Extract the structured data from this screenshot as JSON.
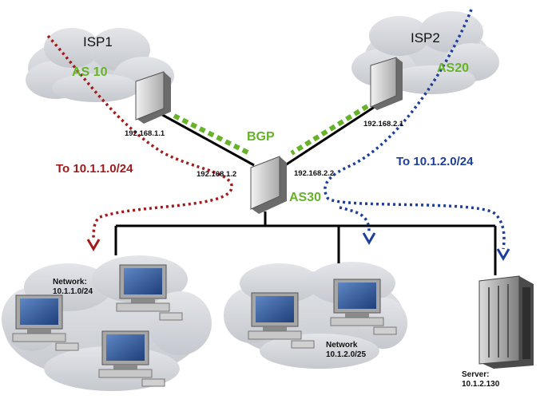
{
  "isp1": {
    "name": "ISP1",
    "as": "AS 10",
    "router_ip": "192.168.1.1"
  },
  "isp2": {
    "name": "ISP2",
    "as": "AS20",
    "router_ip": "192.168.2.1"
  },
  "bgp_label": "BGP",
  "local": {
    "as": "AS30",
    "ip_left": "192.168.1.2",
    "ip_right": "192.168.2.2"
  },
  "routes": {
    "red": "To 10.1.1.0/24",
    "blue": "To 10.1.2.0/24"
  },
  "networks": {
    "net1": {
      "line1": "Network:",
      "line2": "10.1.1.0/24"
    },
    "net2": {
      "line1": "Network",
      "line2": "10.1.2.0/25"
    },
    "server": {
      "line1": "Server:",
      "line2": "10.1.2.130"
    }
  },
  "colors": {
    "red_route": "#a31a1a",
    "blue_route": "#1d3f9c",
    "bgp_green": "#66b32a",
    "cloud": "#d4d7dc"
  }
}
